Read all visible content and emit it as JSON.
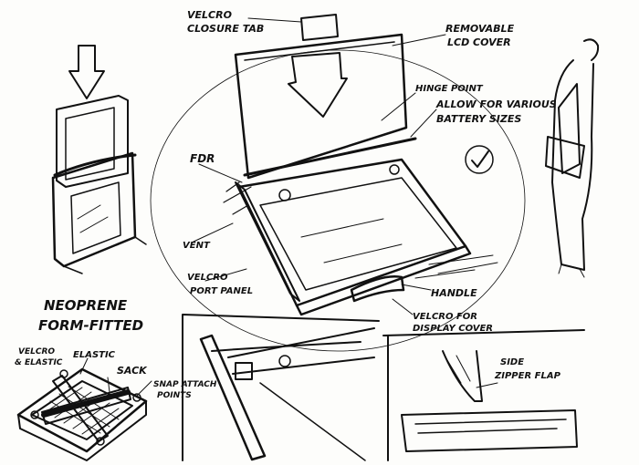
{
  "labels": {
    "velcro_closure_tab": [
      "VELCRO",
      "CLOSURE TAB"
    ],
    "removable_lcd_cover": [
      "REMOVABLE",
      "LCD COVER"
    ],
    "hinge_point": "HINGE POINT",
    "battery": [
      "ALLOW FOR VARIOUS",
      "BATTERY SIZES"
    ],
    "fdr": "FDR",
    "vent": "VENT",
    "velcro_port_panel": [
      "VELCRO",
      "PORT PANEL"
    ],
    "handle": "HANDLE",
    "velcro_display_cover": [
      "VELCRO FOR",
      "DISPLAY COVER"
    ],
    "neoprene": [
      "NEOPRENE",
      "FORM-FITTED"
    ],
    "velcro_elastic": [
      "VELCRO",
      "& ELASTIC"
    ],
    "elastic": "ELASTIC",
    "sack": "SACK",
    "snap_attach": [
      "SNAP ATTACH",
      "POINTS"
    ],
    "side_zipper_flap": [
      "SIDE",
      "ZIPPER FLAP"
    ]
  }
}
